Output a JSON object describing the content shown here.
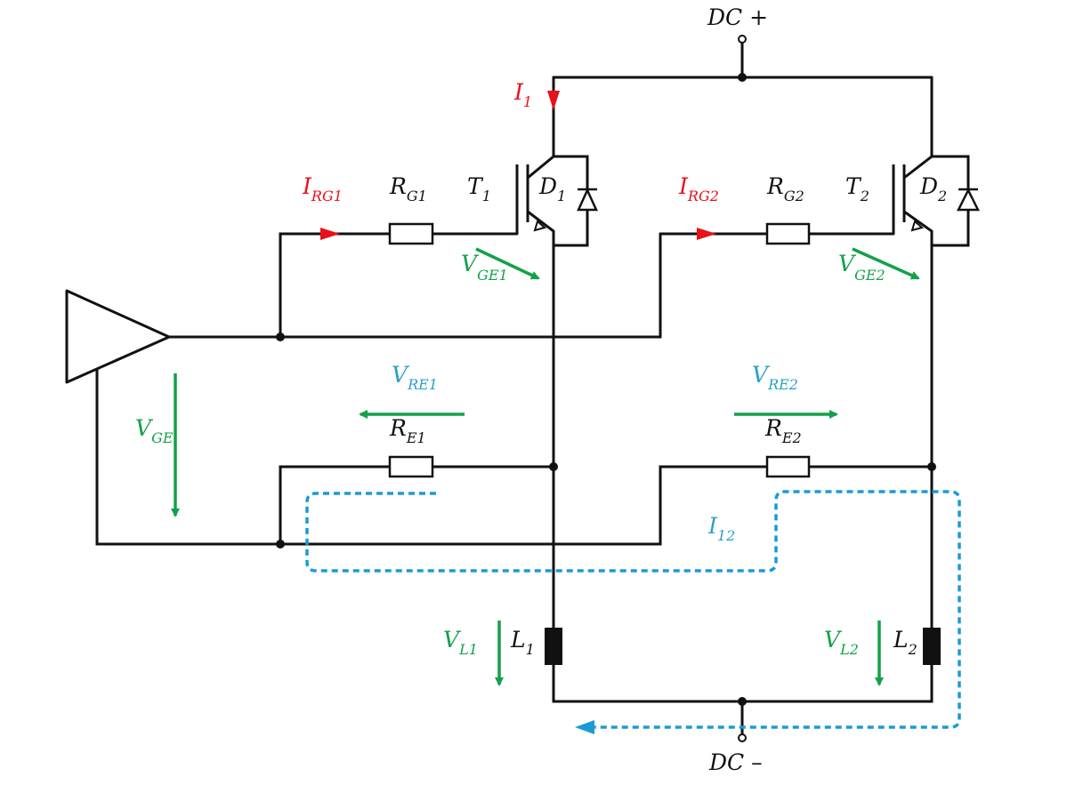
{
  "colors": {
    "wire": "#111111",
    "current": "#e8101a",
    "voltage": "#13a14a",
    "loop": "#1a9bd6",
    "loop_text": "#2aa0c8"
  },
  "supply": {
    "positive": {
      "main": "DC",
      "sign": "+"
    },
    "negative": {
      "main": "DC",
      "sign": "–"
    }
  },
  "currents": {
    "i1": {
      "main": "I",
      "sub": "1"
    },
    "irg1": {
      "main": "I",
      "sub": "RG1"
    },
    "irg2": {
      "main": "I",
      "sub": "RG2"
    },
    "i12": {
      "main": "I",
      "sub": "12"
    }
  },
  "components": {
    "rg1": {
      "main": "R",
      "sub": "G1"
    },
    "rg2": {
      "main": "R",
      "sub": "G2"
    },
    "re1": {
      "main": "R",
      "sub": "E1"
    },
    "re2": {
      "main": "R",
      "sub": "E2"
    },
    "t1": {
      "main": "T",
      "sub": "1"
    },
    "t2": {
      "main": "T",
      "sub": "2"
    },
    "d1": {
      "main": "D",
      "sub": "1"
    },
    "d2": {
      "main": "D",
      "sub": "2"
    },
    "l1": {
      "main": "L",
      "sub": "1"
    },
    "l2": {
      "main": "L",
      "sub": "2"
    }
  },
  "voltages": {
    "vge1": {
      "main": "V",
      "sub": "GE1"
    },
    "vge2": {
      "main": "V",
      "sub": "GE2"
    },
    "vge": {
      "main": "V",
      "sub": "GE"
    },
    "vre1": {
      "main": "V",
      "sub": "RE1"
    },
    "vre2": {
      "main": "V",
      "sub": "RE2"
    },
    "vl1": {
      "main": "V",
      "sub": "L1"
    },
    "vl2": {
      "main": "V",
      "sub": "L2"
    }
  }
}
